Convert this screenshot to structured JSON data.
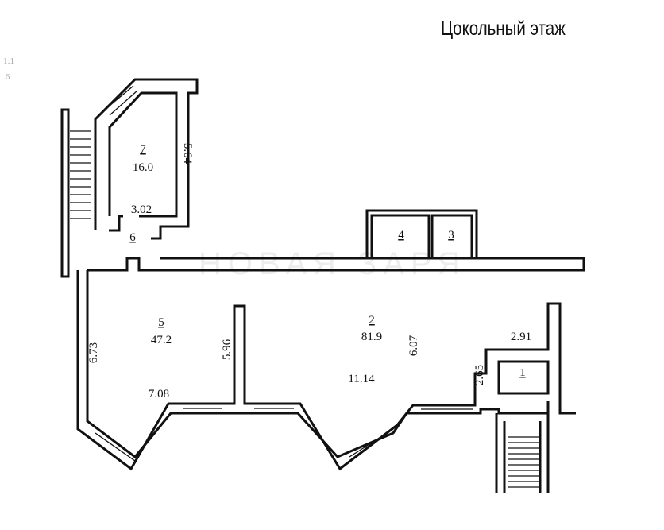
{
  "title": "Цокольный этаж",
  "watermark": "НОВАЯ ЗАРЯ",
  "corner_marks": [
    "1:1",
    ".6"
  ],
  "rooms": [
    {
      "number": "1",
      "area": ""
    },
    {
      "number": "2",
      "area": "81.9"
    },
    {
      "number": "3",
      "area": ""
    },
    {
      "number": "4",
      "area": ""
    },
    {
      "number": "5",
      "area": "47.2"
    },
    {
      "number": "6",
      "area": ""
    },
    {
      "number": "7",
      "area": "16.0"
    }
  ],
  "dimensions": {
    "room7_height": "5.64",
    "room7_width": "3.02",
    "room5_height": "6.73",
    "room5_width": "7.08",
    "partition_length": "5.96",
    "room2_height": "6.07",
    "room2_width": "11.14",
    "room1_width": "2.91",
    "room1_height": "2.65"
  }
}
